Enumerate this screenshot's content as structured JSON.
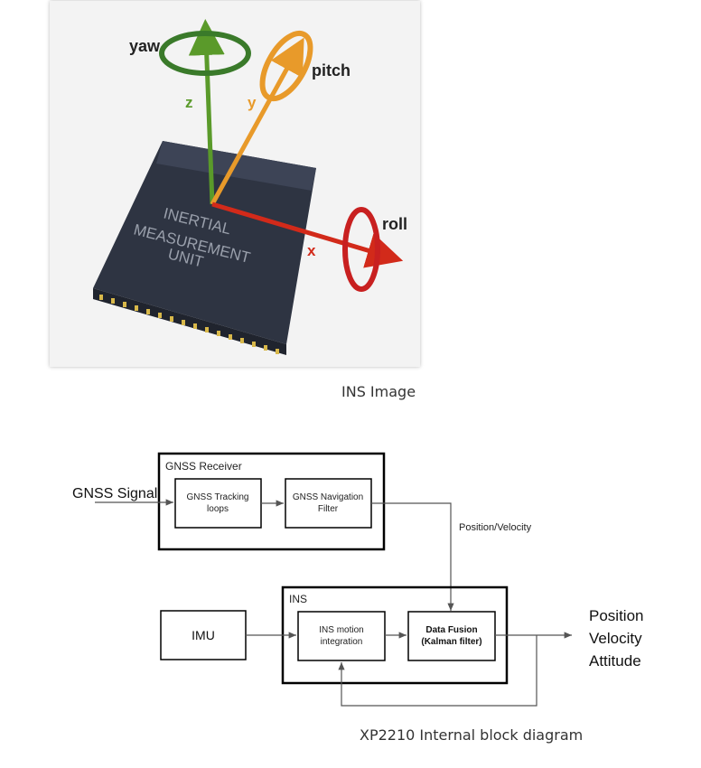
{
  "photo": {
    "chip_text": [
      "INERTIAL",
      "MEASUREMENT",
      "UNIT"
    ],
    "axes": {
      "yaw": "yaw",
      "pitch": "pitch",
      "roll": "roll",
      "z": "z",
      "y": "y",
      "x": "x"
    },
    "colors": {
      "z": "#5a9a2a",
      "y": "#e89a2a",
      "x": "#d22a1a",
      "chip": "#3a4150"
    }
  },
  "photo_caption": "INS Image",
  "diagram": {
    "gnss_signal": "GNSS Signal",
    "gnss_receiver": "GNSS Receiver",
    "tracking": [
      "GNSS Tracking",
      "loops"
    ],
    "nav_filter": [
      "GNSS Navigation",
      "Filter"
    ],
    "pos_vel_label": "Position/Velocity",
    "ins": "INS",
    "imu": "IMU",
    "motion": [
      "INS motion",
      "integration"
    ],
    "fusion": [
      "Data Fusion",
      "(Kalman filter)"
    ],
    "outputs": [
      "Position",
      "Velocity",
      "Attitude"
    ]
  },
  "diagram_caption": "XP2210 Internal block diagram"
}
